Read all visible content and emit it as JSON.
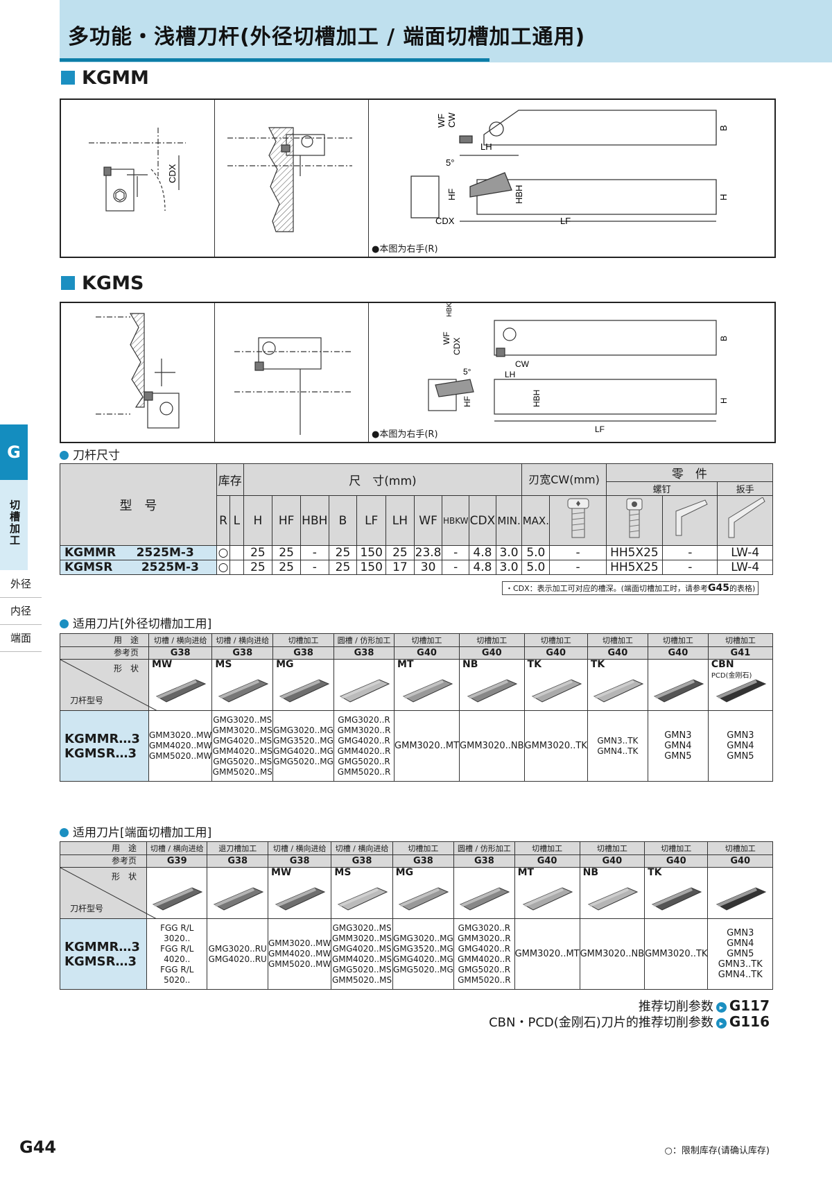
{
  "header": {
    "title": "多功能・浅槽刀杆(外径切槽加工 / 端面切槽加工通用)"
  },
  "sections": [
    {
      "title": "KGMM",
      "note": "●本图为右手(R)",
      "labels": [
        "WF",
        "CW",
        "B",
        "LH",
        "5°",
        "HF",
        "HBH",
        "H",
        "CDX",
        "LF",
        "CDX"
      ]
    },
    {
      "title": "KGMS",
      "note": "●本图为右手(R)",
      "labels": [
        "HBKW",
        "WF",
        "CDX",
        "CW",
        "B",
        "5°",
        "LH",
        "HF",
        "HBH",
        "H",
        "LF"
      ]
    }
  ],
  "side": {
    "tab": "G",
    "category": "切槽加工",
    "items": [
      "外径",
      "内径",
      "端面"
    ]
  },
  "dims": {
    "heading": "刀杆尺寸",
    "model_label": "型　号",
    "stock_label": "库存",
    "size_label": "尺　寸(mm)",
    "cw_label": "刃宽CW(mm)",
    "parts_label": "零　件",
    "screw_label": "螺钉",
    "wrench_label": "扳手",
    "cols": [
      "R",
      "L",
      "H",
      "HF",
      "HBH",
      "B",
      "LF",
      "LH",
      "WF",
      "HBKW",
      "CDX",
      "MIN.",
      "MAX."
    ],
    "rows": [
      {
        "model": "KGMMR",
        "size": "2525M-3",
        "R": "○",
        "L": "",
        "H": "25",
        "HF": "25",
        "HBH": "-",
        "B": "25",
        "LF": "150",
        "LH": "25",
        "WF": "23.8",
        "HBKW": "-",
        "CDX": "4.8",
        "MIN": "3.0",
        "MAX": "5.0",
        "p1": "-",
        "p2": "HH5X25",
        "p3": "-",
        "p4": "LW-4"
      },
      {
        "model": "KGMSR",
        "size": "2525M-3",
        "R": "○",
        "L": "",
        "H": "25",
        "HF": "25",
        "HBH": "-",
        "B": "25",
        "LF": "150",
        "LH": "17",
        "WF": "30",
        "HBKW": "-",
        "CDX": "4.8",
        "MIN": "3.0",
        "MAX": "5.0",
        "p1": "-",
        "p2": "HH5X25",
        "p3": "-",
        "p4": "LW-4"
      }
    ],
    "note_pre": "・CDX：表示加工可对应的槽深。(端面切槽加工时，请参考",
    "note_ref": "G45",
    "note_post": "的表格)"
  },
  "ext": {
    "heading": "适用刀片[外径切槽加工用]",
    "use_label": "用　途",
    "ref_label": "参考页",
    "shape_label": "形　状",
    "holder_label": "刀杆型号",
    "holders": [
      "KGMMR…3",
      "KGMSR…3"
    ],
    "cols": [
      {
        "use": "切槽 / 横向进给",
        "ref": "G38",
        "code": "MW",
        "sub": "",
        "items": [
          "GMM3020..MW",
          "GMM4020..MW",
          "GMM5020..MW"
        ]
      },
      {
        "use": "切槽 / 横向进给",
        "ref": "G38",
        "code": "MS",
        "sub": "",
        "items": [
          "GMG3020..MS",
          "GMM3020..MS",
          "GMG4020..MS",
          "GMM4020..MS",
          "GMG5020..MS",
          "GMM5020..MS"
        ]
      },
      {
        "use": "切槽加工",
        "ref": "G38",
        "code": "MG",
        "sub": "",
        "items": [
          "GMG3020..MG",
          "GMG3520..MG",
          "GMG4020..MG",
          "GMG5020..MG"
        ]
      },
      {
        "use": "圆槽 / 仿形加工",
        "ref": "G38",
        "code": "",
        "sub": "",
        "items": [
          "GMG3020..R",
          "GMM3020..R",
          "GMG4020..R",
          "GMM4020..R",
          "GMG5020..R",
          "GMM5020..R"
        ]
      },
      {
        "use": "切槽加工",
        "ref": "G40",
        "code": "MT",
        "sub": "",
        "items": [
          "GMM3020..MT"
        ]
      },
      {
        "use": "切槽加工",
        "ref": "G40",
        "code": "NB",
        "sub": "",
        "items": [
          "GMM3020..NB"
        ]
      },
      {
        "use": "切槽加工",
        "ref": "G40",
        "code": "TK",
        "sub": "",
        "items": [
          "GMM3020..TK"
        ]
      },
      {
        "use": "切槽加工",
        "ref": "G40",
        "code": "TK",
        "sub": "",
        "items": [
          "GMN3..TK",
          "GMN4..TK"
        ]
      },
      {
        "use": "切槽加工",
        "ref": "G40",
        "code": "",
        "sub": "",
        "items": [
          "GMN3",
          "GMN4",
          "GMN5"
        ]
      },
      {
        "use": "切槽加工",
        "ref": "G41",
        "code": "CBN",
        "sub": "PCD(金刚石)",
        "items": [
          "GMN3",
          "GMN4",
          "GMN5"
        ]
      }
    ]
  },
  "face": {
    "heading": "适用刀片[端面切槽加工用]",
    "use_label": "用　途",
    "ref_label": "参考页",
    "shape_label": "形　状",
    "holder_label": "刀杆型号",
    "holders": [
      "KGMMR…3",
      "KGMSR…3"
    ],
    "cols": [
      {
        "use": "切槽 / 横向进给",
        "ref": "G39",
        "code": "",
        "items": [
          "FGG R/L 3020..",
          "FGG R/L 4020..",
          "FGG R/L 5020.."
        ]
      },
      {
        "use": "退刀槽加工",
        "ref": "G38",
        "code": "",
        "items": [
          "GMG3020..RU",
          "GMG4020..RU"
        ]
      },
      {
        "use": "切槽 / 横向进给",
        "ref": "G38",
        "code": "MW",
        "items": [
          "GMM3020..MW",
          "GMM4020..MW",
          "GMM5020..MW"
        ]
      },
      {
        "use": "切槽 / 横向进给",
        "ref": "G38",
        "code": "MS",
        "items": [
          "GMG3020..MS",
          "GMM3020..MS",
          "GMG4020..MS",
          "GMM4020..MS",
          "GMG5020..MS",
          "GMM5020..MS"
        ]
      },
      {
        "use": "切槽加工",
        "ref": "G38",
        "code": "MG",
        "items": [
          "GMG3020..MG",
          "GMG3520..MG",
          "GMG4020..MG",
          "GMG5020..MG"
        ]
      },
      {
        "use": "圆槽 / 仿形加工",
        "ref": "G38",
        "code": "",
        "items": [
          "GMG3020..R",
          "GMM3020..R",
          "GMG4020..R",
          "GMM4020..R",
          "GMG5020..R",
          "GMM5020..R"
        ]
      },
      {
        "use": "切槽加工",
        "ref": "G40",
        "code": "MT",
        "items": [
          "GMM3020..MT"
        ]
      },
      {
        "use": "切槽加工",
        "ref": "G40",
        "code": "NB",
        "items": [
          "GMM3020..NB"
        ]
      },
      {
        "use": "切槽加工",
        "ref": "G40",
        "code": "TK",
        "items": [
          "GMM3020..TK"
        ]
      },
      {
        "use": "切槽加工",
        "ref": "G40",
        "code": "",
        "items": [
          "GMN3",
          "GMN4",
          "GMN5",
          "GMN3..TK",
          "GMN4..TK"
        ]
      }
    ]
  },
  "footer": {
    "rec1": "推荐切削参数",
    "rec1_ref": "G117",
    "rec2": "CBN・PCD(金刚石)刀片的推荐切削参数",
    "rec2_ref": "G116",
    "page": "G44",
    "legend": "○：限制库存(请确认库存)"
  }
}
